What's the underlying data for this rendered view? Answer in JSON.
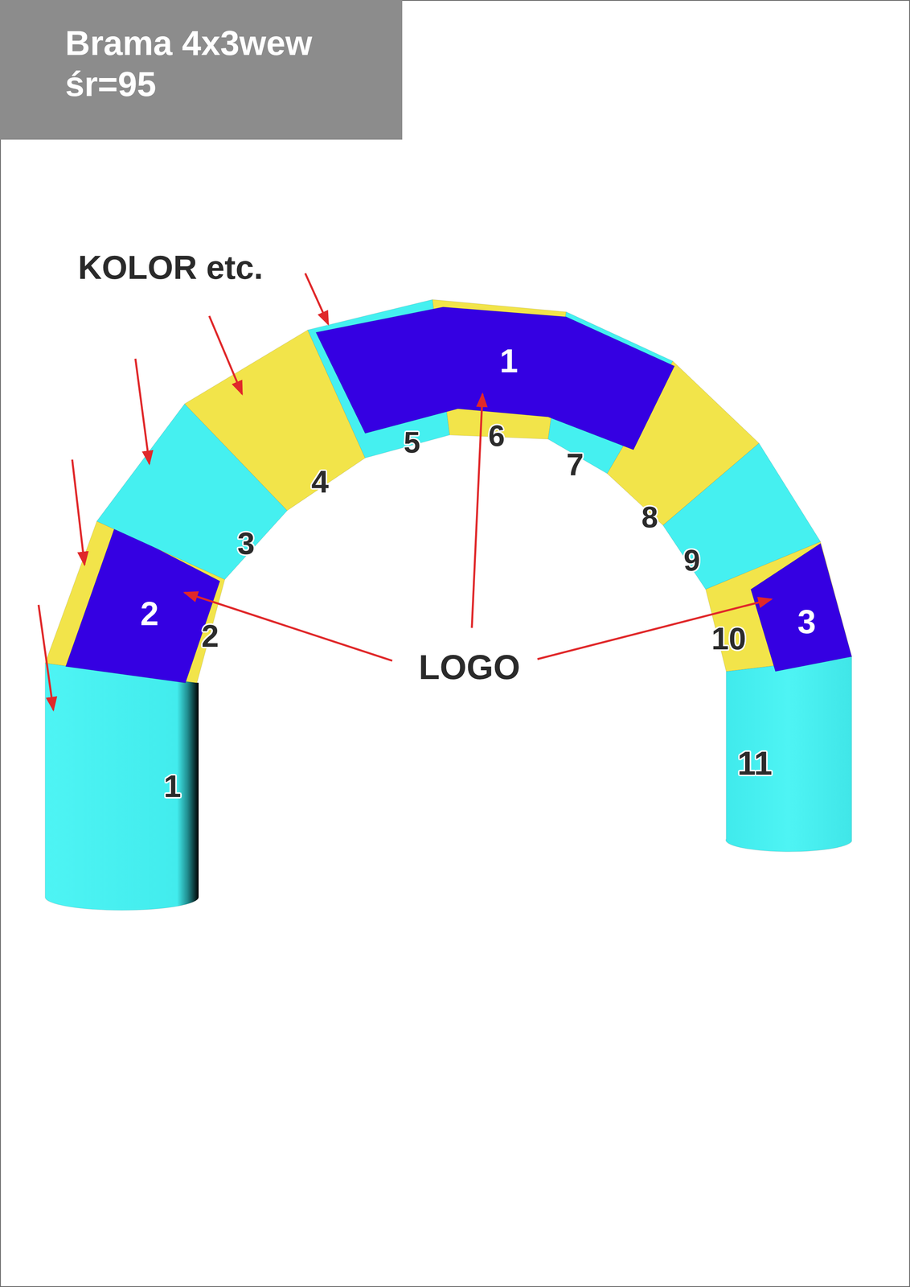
{
  "diagram": {
    "nodes": [
      {
        "text": [
          "Brama 4x3wew",
          "śr=95"
        ]
      }
    ],
    "labels": [
      "KOLOR etc.",
      "1",
      "5",
      "6",
      "4",
      "7",
      "8",
      "3",
      "9",
      "2",
      "2",
      "10",
      "3",
      "LOGO",
      "1",
      "11"
    ]
  }
}
